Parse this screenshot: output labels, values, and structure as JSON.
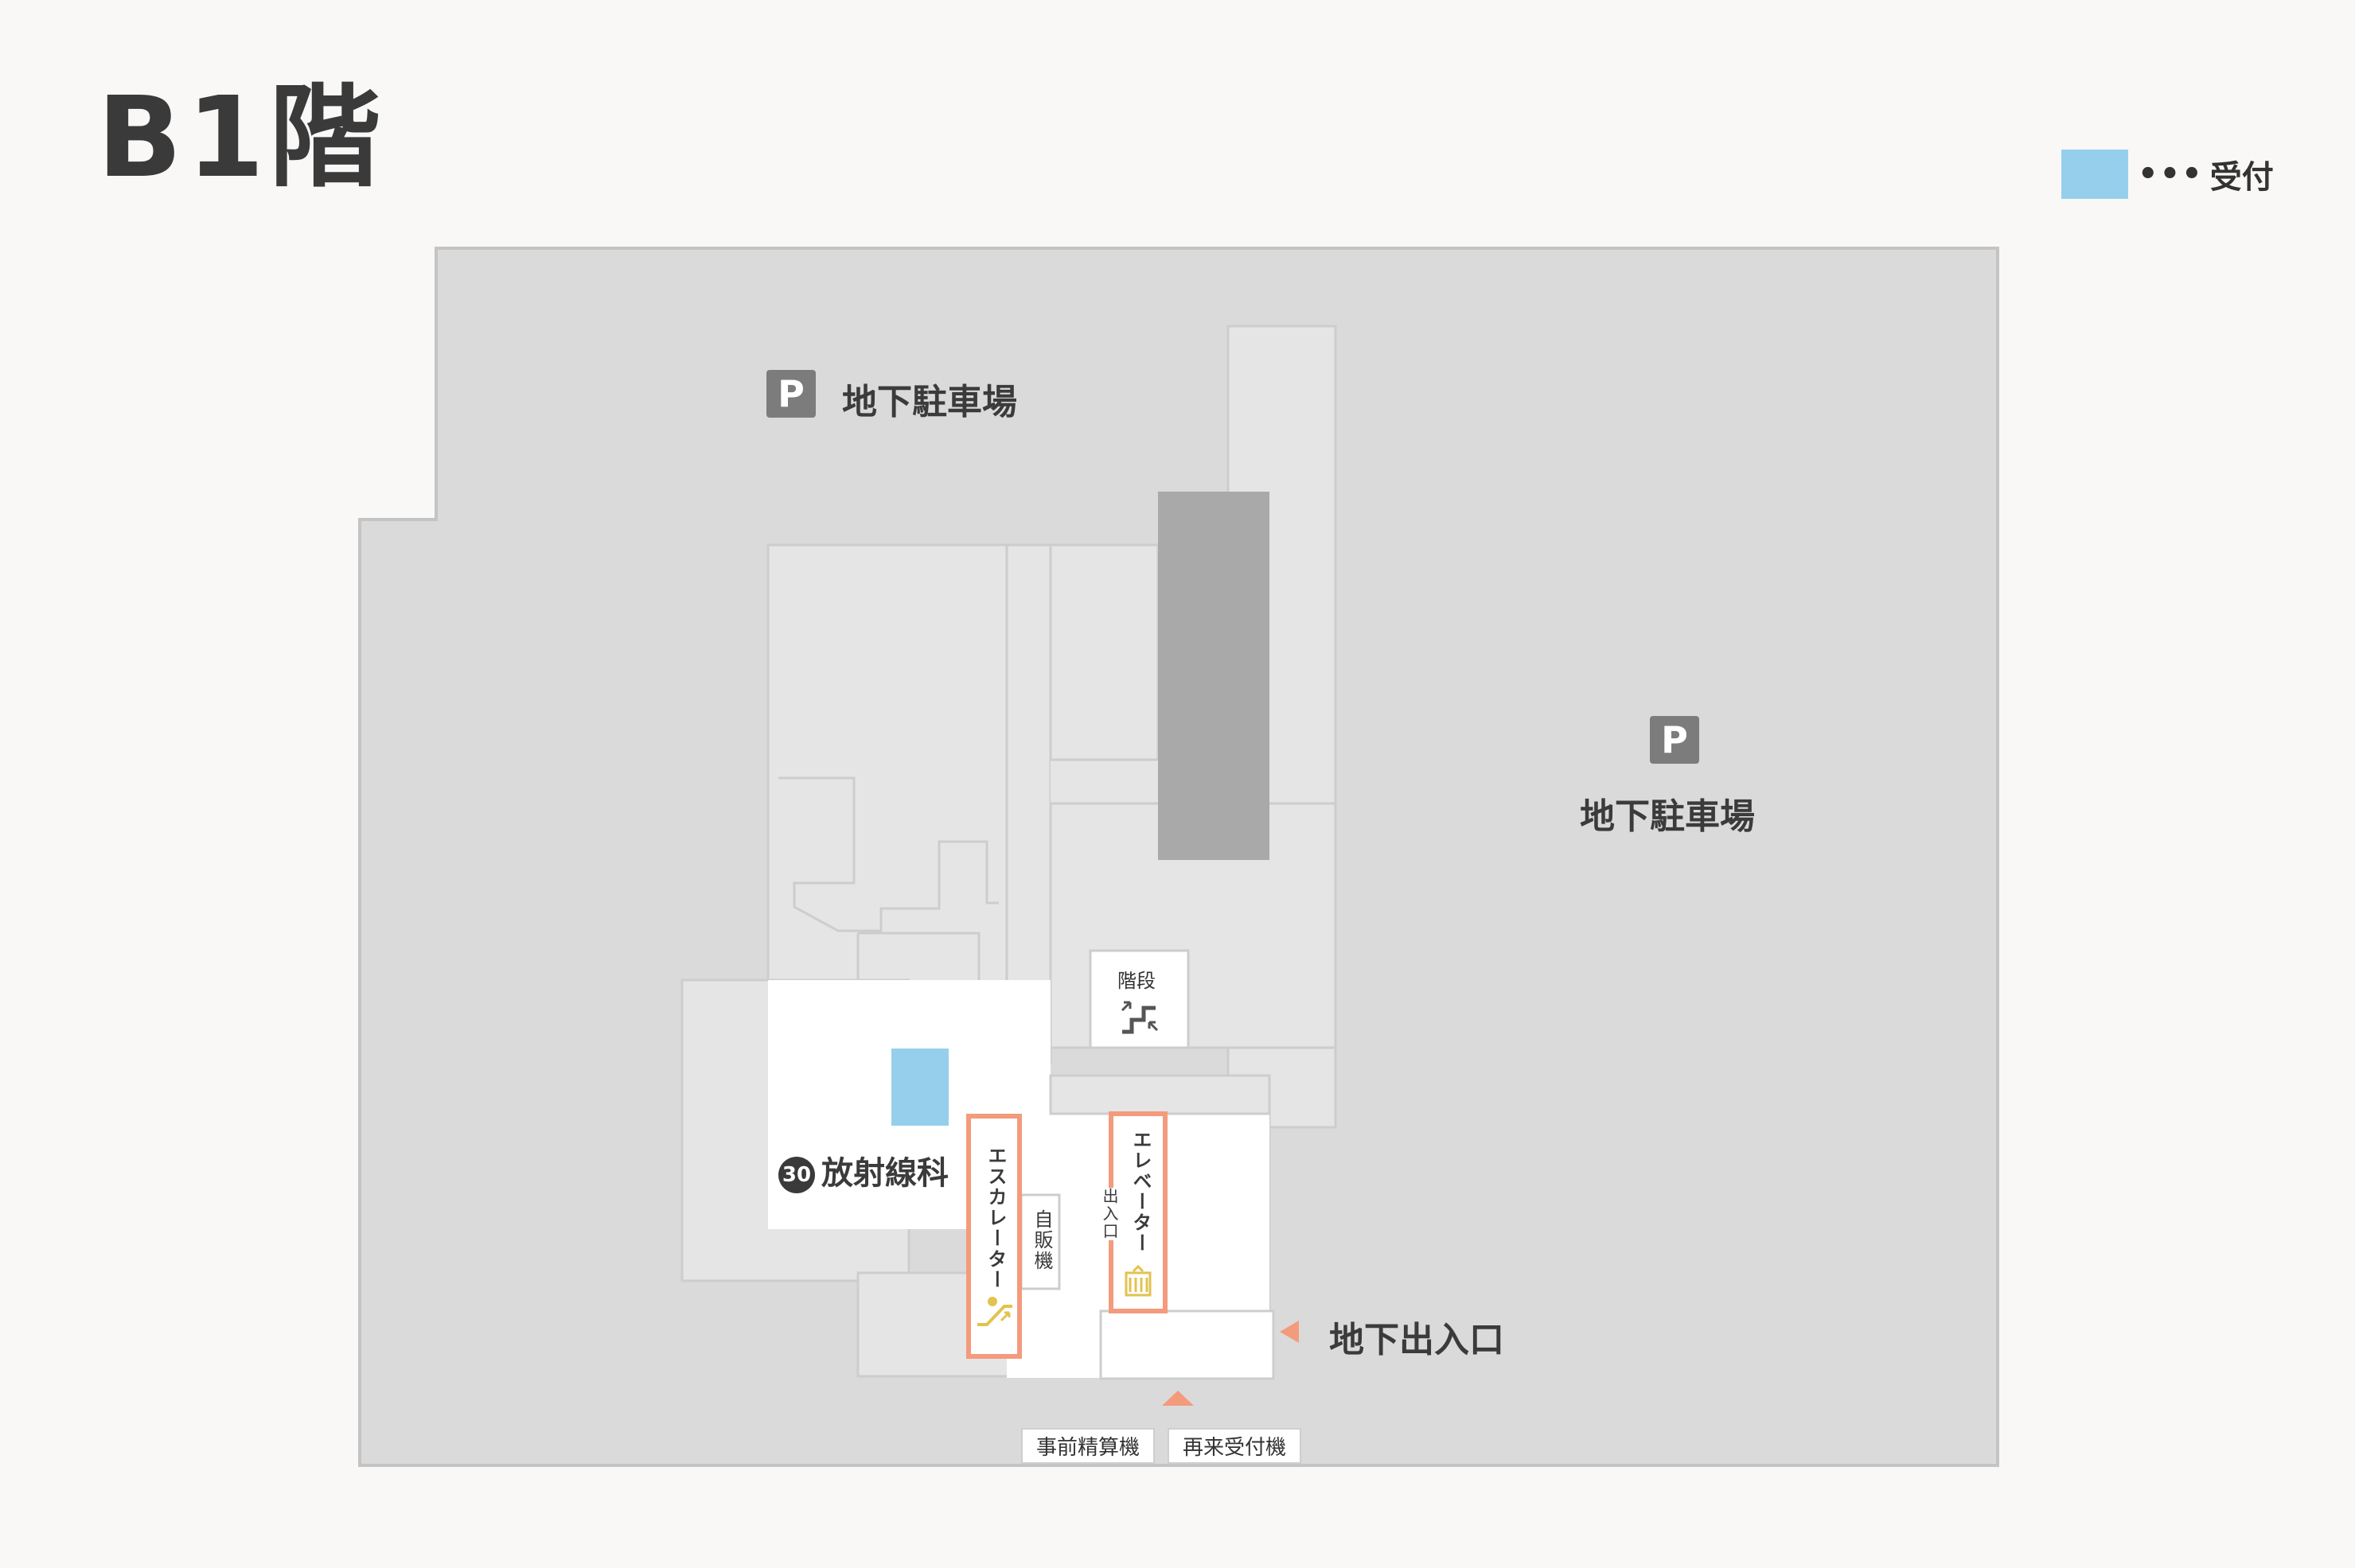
{
  "page": {
    "title": "B1階"
  },
  "legend": {
    "dots": "•••",
    "label": "受付",
    "color": "#96cfec"
  },
  "colors": {
    "background": "#f9f8f6",
    "parking": "#dadada",
    "building": "#e5e5e5",
    "room_outline": "#cdcdcd",
    "corridor": "#ffffff",
    "shaft": "#a9a9a9",
    "reception": "#96cfec",
    "highlight": "#f39b7c",
    "icon_gold": "#e2c34e"
  },
  "parking": [
    {
      "badge": "P",
      "label": "地下駐車場"
    },
    {
      "badge": "P",
      "label": "地下駐車場"
    }
  ],
  "department": {
    "number": "30",
    "label": "放射線科"
  },
  "stairs": {
    "label": "階段"
  },
  "escalator": {
    "label": "エスカレーター"
  },
  "elevator": {
    "label": "エレベーター",
    "door_label": "出入口"
  },
  "vending": {
    "label": "自販機"
  },
  "entrance": {
    "label": "地下出入口"
  },
  "kiosks": [
    {
      "label": "事前精算機"
    },
    {
      "label": "再来受付機"
    }
  ]
}
